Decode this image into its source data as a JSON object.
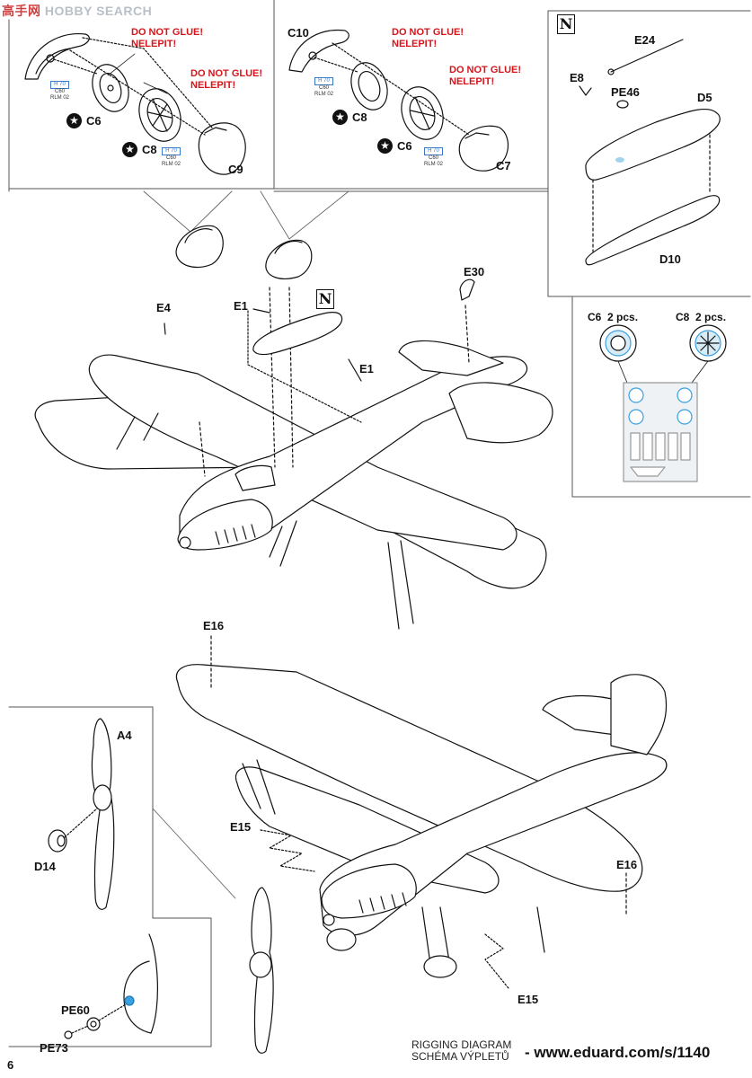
{
  "watermark": {
    "brand": "HOBBY SEARCH",
    "prefix": "高手网"
  },
  "page_number": "6",
  "panel_left": {
    "warning": [
      "DO NOT GLUE!",
      "NELEPIT!"
    ],
    "warning2": [
      "DO NOT GLUE!",
      "NELEPIT!"
    ],
    "paint_top": [
      "H 70",
      "C60",
      "RLM 02"
    ],
    "paint_bottom": [
      "H 70",
      "C60",
      "RLM 02"
    ],
    "labels": {
      "c6": "C6",
      "c8": "C8",
      "c9": "C9"
    }
  },
  "panel_mid": {
    "warning": [
      "DO NOT GLUE!",
      "NELEPIT!"
    ],
    "warning2": [
      "DO NOT GLUE!",
      "NELEPIT!"
    ],
    "paint_top": [
      "H 70",
      "C60",
      "RLM 02"
    ],
    "paint_bottom": [
      "H 70",
      "C60",
      "RLM 02"
    ],
    "labels": {
      "c10": "C10",
      "c8": "C8",
      "c6": "C6",
      "c7": "C7"
    }
  },
  "panel_right": {
    "version_mark": "N",
    "labels": {
      "e24": "E24",
      "e8": "E8",
      "pe46": "PE46",
      "d5": "D5",
      "d10": "D10"
    }
  },
  "mask_panel": {
    "c6": "C6",
    "c8": "C8",
    "pcs": "2 pcs.",
    "pcs2": "2 pcs."
  },
  "main": {
    "version_mark": "N",
    "labels": {
      "e30": "E30",
      "e4": "E4",
      "e1a": "E1",
      "e1b": "E1",
      "e16a": "E16",
      "e16b": "E16",
      "e15a": "E15",
      "e15b": "E15",
      "a4": "A4",
      "d14": "D14",
      "pe60": "PE60",
      "pe73": "PE73"
    }
  },
  "footer": {
    "line1": "RIGGING DIAGRAM",
    "line2": "SCHÉMA VÝPLETŮ",
    "url": "- www.eduard.com/s/1140"
  },
  "colors": {
    "warning": "#d4151b",
    "paint_box": "#3a78c9",
    "pe_highlight": "#3aa0e0"
  }
}
